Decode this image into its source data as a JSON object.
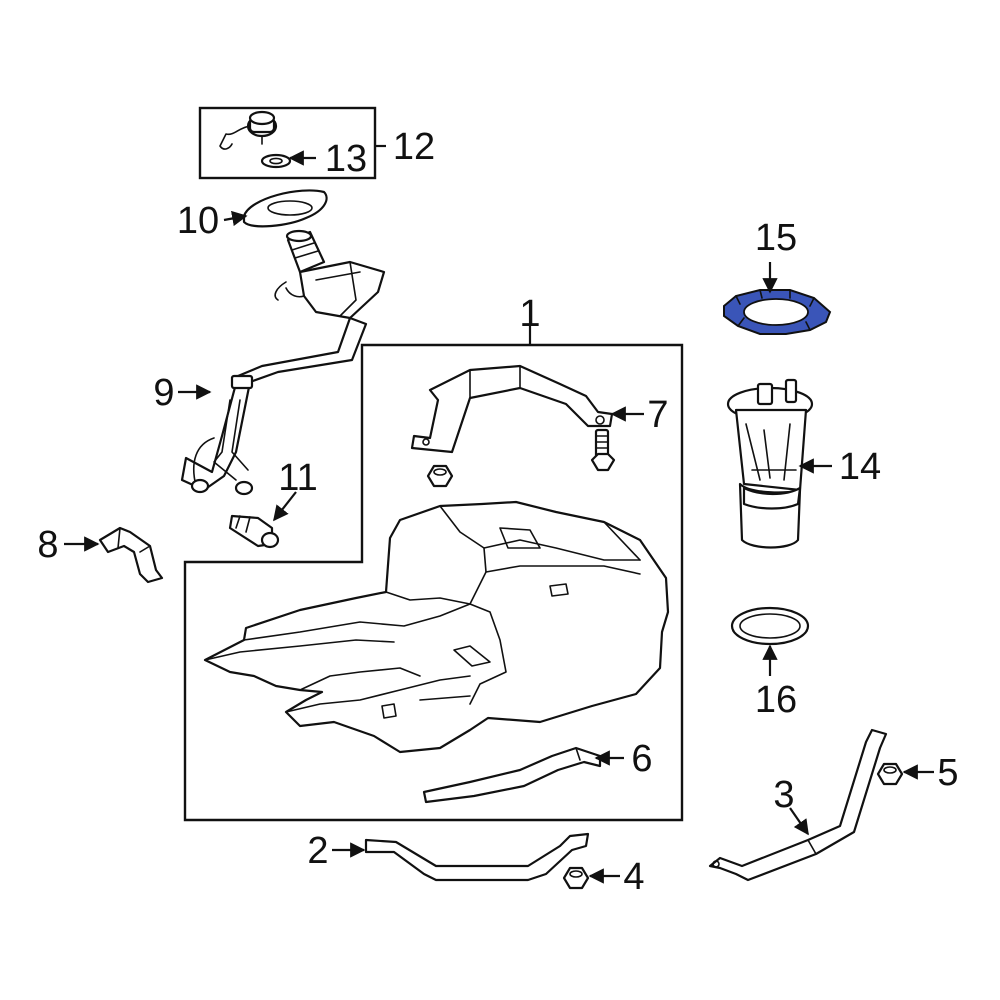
{
  "colors": {
    "highlight": "#3a55b8",
    "line": "#111111",
    "background": "#ffffff"
  },
  "callouts": [
    {
      "id": "1",
      "label": "1"
    },
    {
      "id": "2",
      "label": "2"
    },
    {
      "id": "3",
      "label": "3"
    },
    {
      "id": "4",
      "label": "4"
    },
    {
      "id": "5",
      "label": "5"
    },
    {
      "id": "6",
      "label": "6"
    },
    {
      "id": "7",
      "label": "7"
    },
    {
      "id": "8",
      "label": "8"
    },
    {
      "id": "9",
      "label": "9"
    },
    {
      "id": "10",
      "label": "10"
    },
    {
      "id": "11",
      "label": "11"
    },
    {
      "id": "12",
      "label": "12"
    },
    {
      "id": "13",
      "label": "13"
    },
    {
      "id": "14",
      "label": "14"
    },
    {
      "id": "15",
      "label": "15"
    },
    {
      "id": "16",
      "label": "16"
    }
  ],
  "highlighted_part": "15"
}
